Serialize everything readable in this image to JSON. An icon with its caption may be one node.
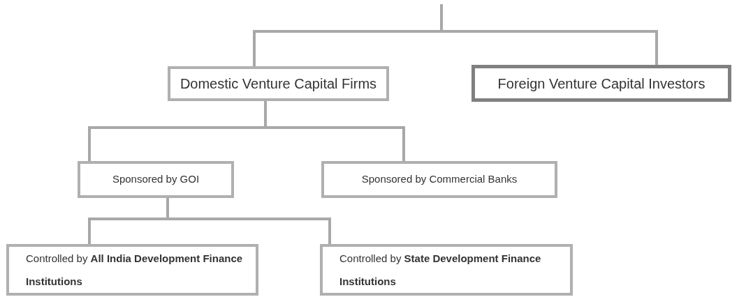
{
  "diagram": {
    "nodes": [
      {
        "text": [
          "Domestic Venture Capital Firms"
        ]
      },
      {
        "text": [
          "Foreign Venture Capital Investors"
        ]
      },
      {
        "text": [
          "Sponsored by GOI"
        ]
      },
      {
        "text": [
          "Sponsored by Commercial Banks"
        ]
      },
      {
        "text": [
          "Controlled by **All India Development Finance Institutions**"
        ]
      },
      {
        "text": [
          "Controlled by **State Development Finance Institutions**"
        ]
      }
    ],
    "edges": [
      {
        "from": null,
        "to": 0,
        "arrow": "none"
      },
      {
        "from": null,
        "to": 1,
        "arrow": "none"
      },
      {
        "from": 0,
        "to": 2,
        "arrow": "none"
      },
      {
        "from": 0,
        "to": 3,
        "arrow": "none"
      },
      {
        "from": 2,
        "to": 4,
        "arrow": "none"
      },
      {
        "from": 2,
        "to": 5,
        "arrow": "none"
      }
    ]
  }
}
